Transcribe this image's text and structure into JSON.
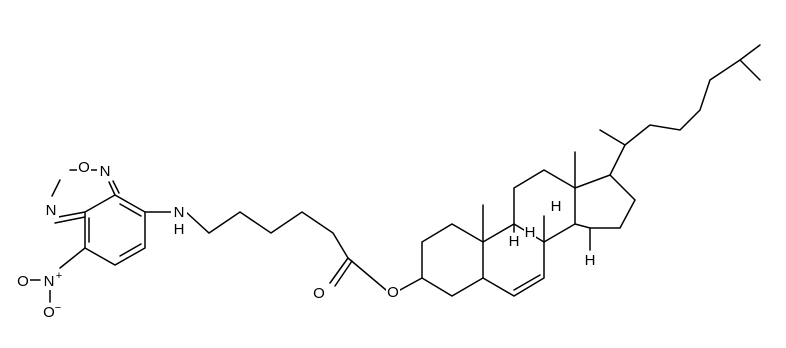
{
  "diagram": {
    "type": "chemical-structure",
    "atoms": {
      "oxadiazole_o": "O",
      "oxadiazole_n_top": "N",
      "oxadiazole_n_left": "N",
      "amine": "N",
      "amine_h": "H",
      "nitro_o_top": "O",
      "nitro_n": "N",
      "nitro_o_bottom": "O",
      "carbonyl_o": "O",
      "ester_o": "O",
      "h_9": "H",
      "h_8": "H",
      "h_14": "H",
      "h_9_lower": "H"
    },
    "charges": {
      "nitro_n_plus": "+",
      "nitro_o_minus": "−"
    }
  }
}
